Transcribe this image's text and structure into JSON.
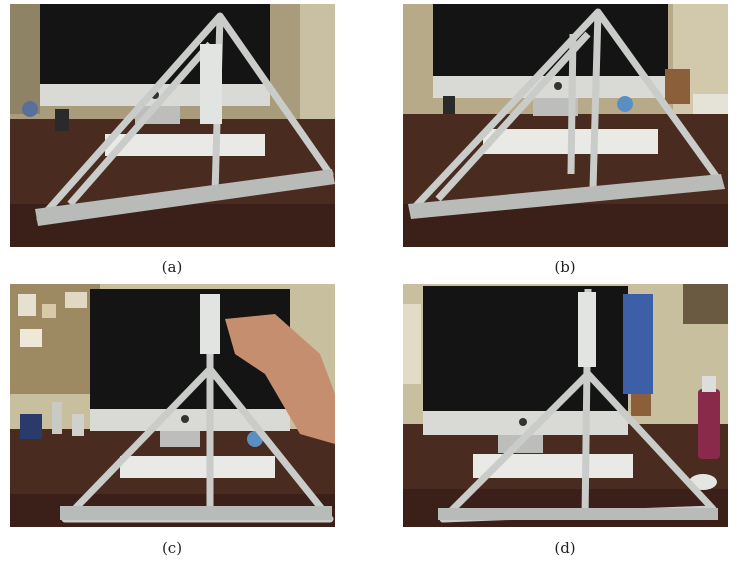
{
  "figure": {
    "panels": [
      {
        "id": "a",
        "caption": "(a)"
      },
      {
        "id": "b",
        "caption": "(b)"
      },
      {
        "id": "c",
        "caption": "(c)"
      },
      {
        "id": "d",
        "caption": "(d)"
      }
    ]
  },
  "colors": {
    "wall": "#b9ad8c",
    "desk": "#4a2b1f",
    "monitor_frame": "#d9d9d6",
    "screen": "#141414",
    "aluminum": "#c9ccc9",
    "keyboard": "#e9e9e6"
  }
}
